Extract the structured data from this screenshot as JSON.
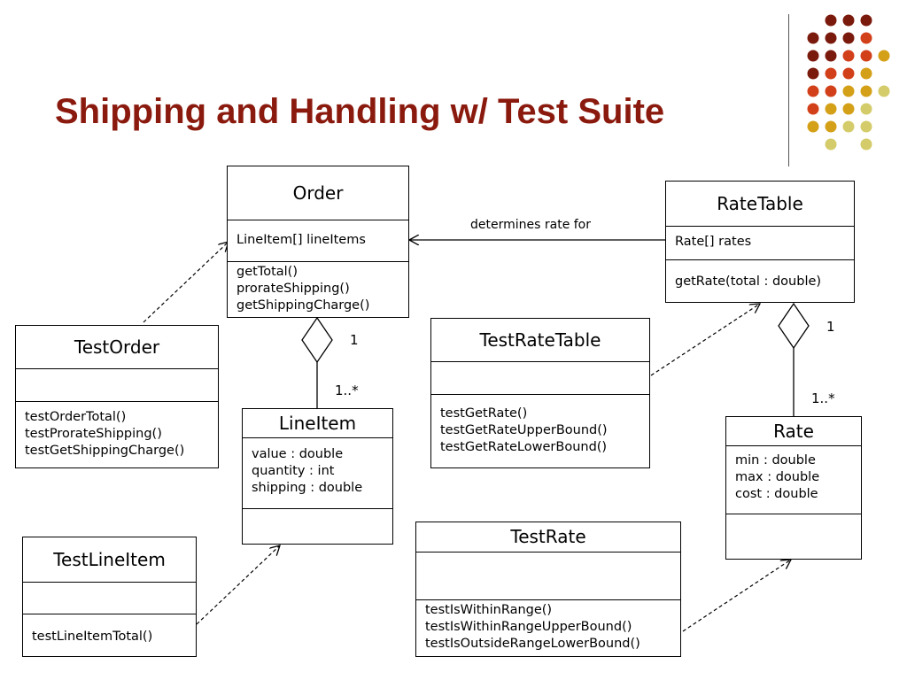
{
  "slide": {
    "title": "Shipping and Handling w/ Test Suite"
  },
  "classes": {
    "order": {
      "name": "Order",
      "attributes": [
        "LineItem[] lineItems"
      ],
      "methods": [
        "getTotal()",
        "prorateShipping()",
        "getShippingCharge()"
      ]
    },
    "rate_table": {
      "name": "RateTable",
      "attributes": [
        "Rate[] rates"
      ],
      "methods": [
        "getRate(total : double)"
      ]
    },
    "test_order": {
      "name": "TestOrder",
      "attributes": [],
      "methods": [
        "testOrderTotal()",
        "testProrateShipping()",
        "testGetShippingCharge()"
      ]
    },
    "line_item": {
      "name": "LineItem",
      "attributes": [
        "value : double",
        "quantity : int",
        "shipping : double"
      ],
      "methods": []
    },
    "test_rate_table": {
      "name": "TestRateTable",
      "attributes": [],
      "methods": [
        "testGetRate()",
        "testGetRateUpperBound()",
        "testGetRateLowerBound()"
      ]
    },
    "rate": {
      "name": "Rate",
      "attributes": [
        "min : double",
        "max : double",
        "cost : double"
      ],
      "methods": []
    },
    "test_line_item": {
      "name": "TestLineItem",
      "attributes": [],
      "methods": [
        "testLineItemTotal()"
      ]
    },
    "test_rate": {
      "name": "TestRate",
      "attributes": [],
      "methods": [
        "testIsWithinRange()",
        "testIsWithinRangeUpperBound()",
        "testIsOutsideRangeLowerBound()"
      ]
    }
  },
  "relationships": {
    "association_label": "determines rate for",
    "order_lineitem_whole": "1",
    "order_lineitem_part": "1..*",
    "ratetable_rate_whole": "1",
    "ratetable_rate_part": "1..*"
  },
  "colors": {
    "title": "#8b1a0e",
    "dot_dark": "#7a1a0c",
    "dot_red": "#d2401a",
    "dot_gold": "#d4a017",
    "dot_olive": "#d4cc6a"
  }
}
